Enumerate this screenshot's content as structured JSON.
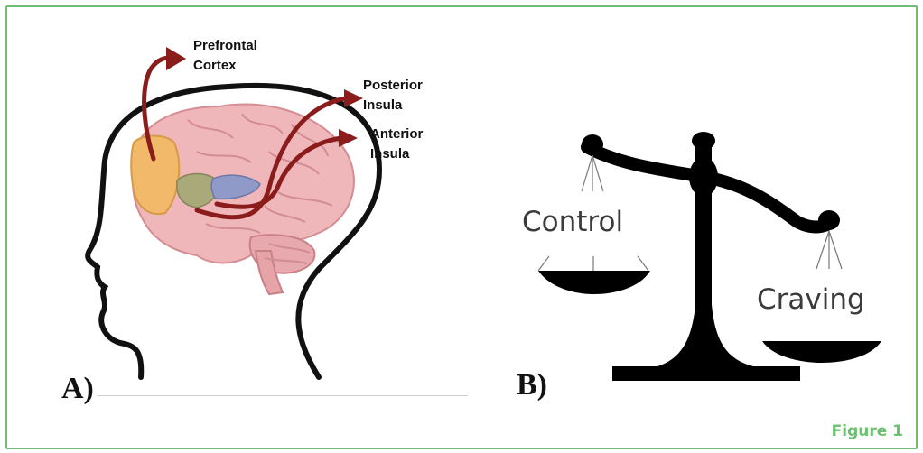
{
  "panel_a": {
    "letter": "A)",
    "labels": {
      "prefrontal": "Prefrontal\nCortex",
      "posterior": "Posterior\nInsula",
      "anterior": "Anterior\nInsula"
    },
    "colors": {
      "arrow": "#8b1c1c",
      "brain": "#f0b7bb",
      "prefrontal_region": "#f2b96a",
      "anterior_insula_region": "#a9a97a",
      "posterior_insula_region": "#8f9ac8"
    }
  },
  "panel_b": {
    "letter": "B)",
    "control_label": "Control",
    "craving_label": "Craving"
  },
  "figure_caption": "Figure 1",
  "colors": {
    "frame_border": "#6cc070",
    "caption": "#6cc070",
    "scale": "#000000"
  }
}
